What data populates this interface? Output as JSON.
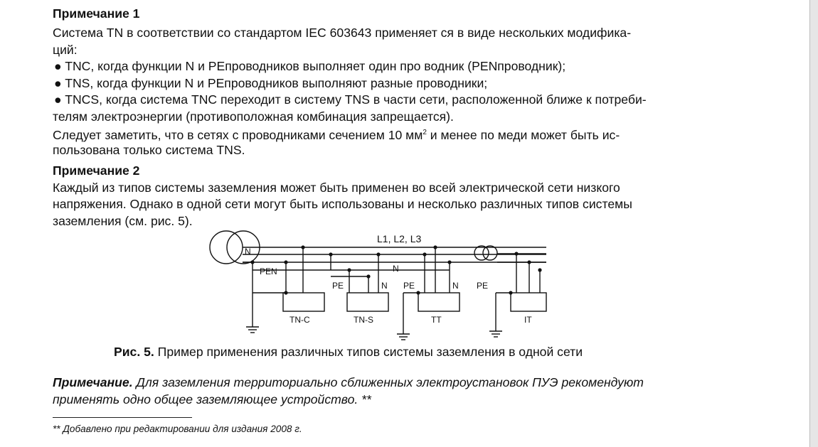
{
  "note1": {
    "heading": "Примечание 1",
    "line1": "Система TN в соответствии со стандартом IEC 603643 применяет ся в виде нескольких модифика-",
    "line2": "ций:",
    "bullets": [
      "TNC, когда функции N и PEпроводников выполняет один про водник (PENпроводник);",
      "TNS, когда функции N и PEпроводников выполняют разные проводники;",
      "TNCS, когда система TNC переходит в систему TNS в части сети, расположенной ближе к потреби-"
    ],
    "bullet3_cont": "телям электроэнергии (противоположная комбинация запрещается).",
    "para_a": "Следует заметить, что в сетях с проводниками сечением 10 мм",
    "para_sup": "2",
    "para_b": " и менее по меди может быть ис-",
    "para_cont": "пользована только система TNS."
  },
  "note2": {
    "heading": "Примечание 2",
    "line1": "Каждый из типов системы заземления может быть применен во всей электрической сети низкого",
    "line2": "напряжения. Однако в одной сети могут быть использованы и несколько различных типов системы",
    "line3": "заземления (см. рис. 5)."
  },
  "figure": {
    "bus_label": "L1, L2, L3",
    "labels": {
      "n_source": "N",
      "pen": "PEN",
      "n_mid": "N",
      "tns_pe": "PE",
      "tns_n": "N",
      "tt_pe": "PE",
      "tt_n": "N",
      "it_pe": "PE"
    },
    "boxes": [
      "TN-C",
      "TN-S",
      "TT",
      "IT"
    ],
    "caption_bold": "Рис. 5.",
    "caption": " Пример применения различных типов системы заземления в одной сети"
  },
  "note3": {
    "label": "Примечание.",
    "line1": " Для заземления территориально сближенных электроустановок ПУЭ рекомендуют",
    "line2": "применять одно общее заземляющее устройство. **"
  },
  "footnote": "** Добавлено при редактировании для издания 2008 г."
}
